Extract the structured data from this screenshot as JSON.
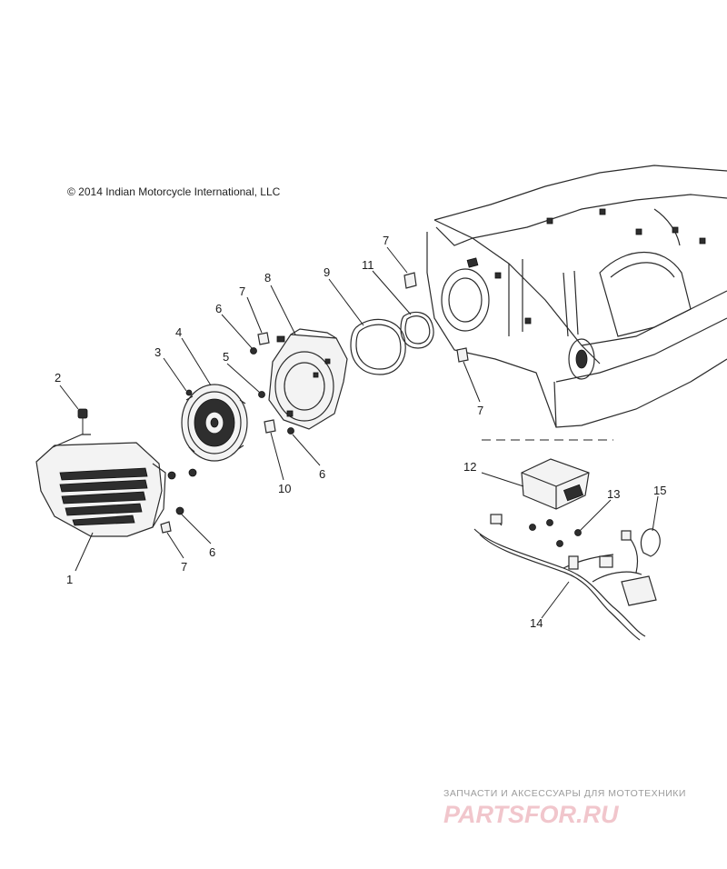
{
  "copyright": "© 2014 Indian Motorcycle International, LLC",
  "callouts": {
    "c1": "1",
    "c2": "2",
    "c3": "3",
    "c4": "4",
    "c5": "5",
    "c6a": "6",
    "c6b": "6",
    "c6c": "6",
    "c7a": "7",
    "c7b": "7",
    "c7c": "7",
    "c7d": "7",
    "c8": "8",
    "c9": "9",
    "c10": "10",
    "c11": "11",
    "c12": "12",
    "c13": "13",
    "c14": "14",
    "c15": "15"
  },
  "watermark": {
    "tagline": "ЗАПЧАСТИ И АКСЕССУАРЫ ДЛЯ МОТОТЕХНИКИ",
    "logo": "PARTSFOR.RU",
    "color": "#f1c6cc"
  }
}
